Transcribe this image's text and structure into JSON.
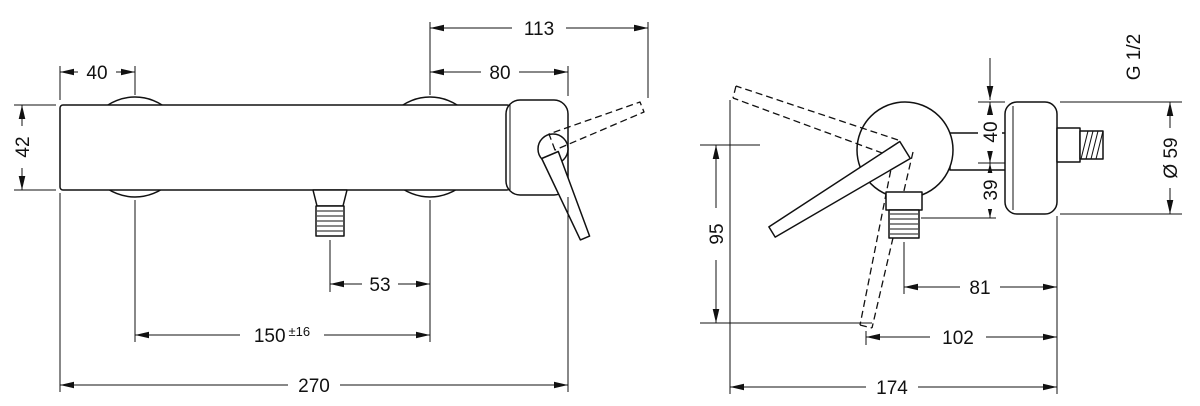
{
  "drawing": {
    "front_view": {
      "dims": {
        "handle_reach": "113",
        "left_mount_offset": "40",
        "right_section_width": "80",
        "body_height": "42",
        "outlet_to_mount": "53",
        "mount_center_distance": "150",
        "mount_center_tolerance": "±16",
        "overall_width": "270"
      }
    },
    "side_view": {
      "dims": {
        "thread_size": "G 1/2",
        "upper_offset": "40",
        "lower_offset": "39",
        "escutcheon_diameter": "Ø 59",
        "height": "95",
        "outlet_projection": "81",
        "handle_projection": "102",
        "overall_projection": "174"
      }
    }
  }
}
